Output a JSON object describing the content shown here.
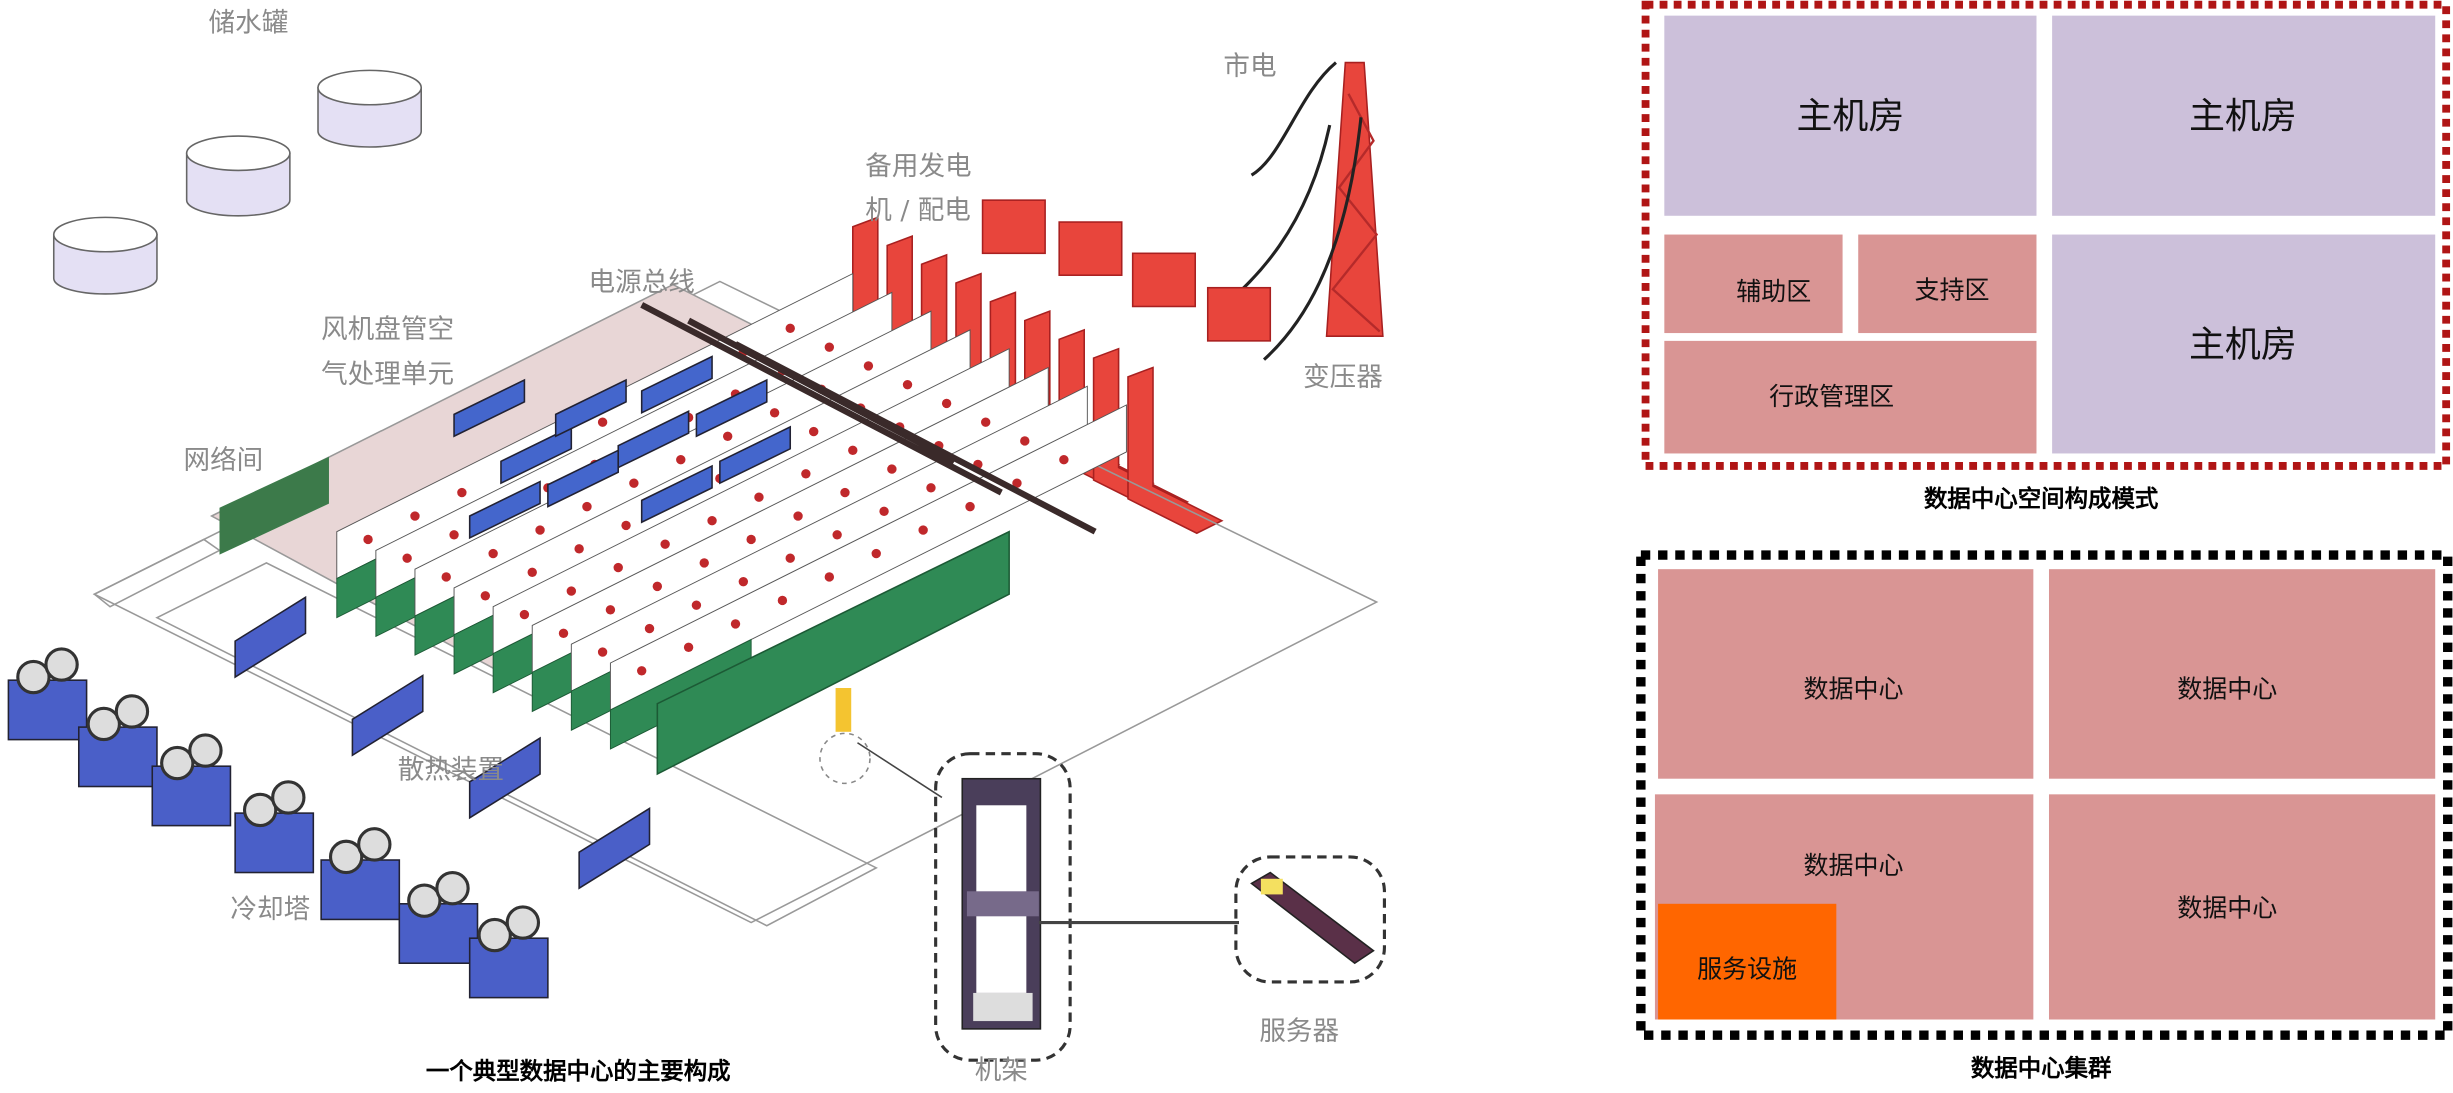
{
  "illustration": {
    "labels": {
      "water_tank": "储水罐",
      "city_power": "市电",
      "backup_gen_line1": "备用发电",
      "backup_gen_line2": "机 / 配电",
      "power_bus": "电源总线",
      "fan_coil_line1": "风机盘管空",
      "fan_coil_line2": "气处理单元",
      "network_room": "网络间",
      "transformer": "变压器",
      "heat_dissipation": "散热装置",
      "cooling_tower": "冷却塔",
      "server": "服务器",
      "rack": "机架"
    },
    "caption": "一个典型数据中心的主要构成"
  },
  "space_layout": {
    "caption": "数据中心空间构成模式",
    "border_color": "#b01515",
    "rooms": [
      "主机房",
      "主机房",
      "主机房"
    ],
    "auxiliary": "辅助区",
    "support": "支持区",
    "admin": "行政管理区",
    "room_color": "#ccc0da",
    "zone_color": "#d99594"
  },
  "cluster": {
    "caption": "数据中心集群",
    "border_color": "#000000",
    "centers": [
      "数据中心",
      "数据中心",
      "数据中心",
      "数据中心"
    ],
    "service": "服务设施",
    "center_color": "#d99594",
    "service_color": "#ff6600"
  }
}
